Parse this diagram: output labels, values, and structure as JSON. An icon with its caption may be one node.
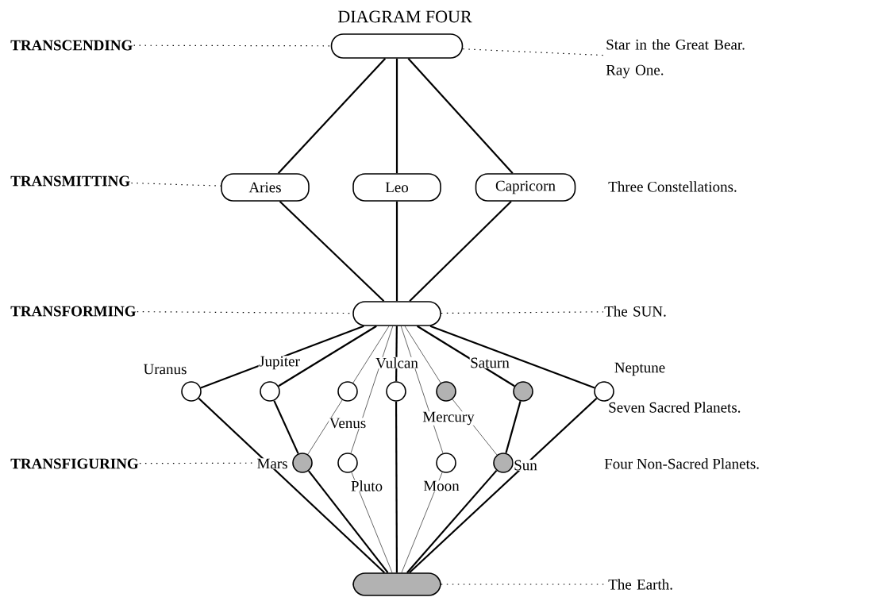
{
  "diagram": {
    "title": "DIAGRAM FOUR",
    "nodes": [
      {
        "text": [
          "TRANSCENDING"
        ]
      },
      {
        "text": [],
        "shape": "ellipse"
      },
      {
        "text": [
          "Star in the Great Bear. Ray One."
        ]
      },
      {
        "text": [
          "TRANSMITTING"
        ]
      },
      {
        "text": [
          "Aries"
        ]
      },
      {
        "text": [
          "Leo"
        ]
      },
      {
        "text": [
          "Capricorn"
        ]
      },
      {
        "text": [
          "TRANSFORMING"
        ]
      },
      {
        "text": [],
        "shape": "ellipse"
      },
      {
        "text": [
          "The SUN."
        ]
      },
      {
        "text": [],
        "shape": "circle",
        "beside": [
          "Uranus"
        ]
      },
      {
        "text": [],
        "shape": "circle",
        "beside": [
          "Jupiter"
        ]
      },
      {
        "text": [],
        "shape": "circle",
        "beside": [
          "Venus"
        ]
      },
      {
        "text": [],
        "shape": "circle",
        "beside": [
          "Vulcan"
        ]
      },
      {
        "text": [],
        "shape": "circle",
        "beside": [
          "Mercury"
        ]
      },
      {
        "text": [],
        "shape": "circle",
        "beside": [
          "Saturn"
        ]
      },
      {
        "text": [],
        "shape": "circle",
        "beside": [
          "Neptune"
        ]
      },
      {
        "text": [
          "TRANSFIGURING"
        ]
      },
      {
        "text": [],
        "shape": "circle",
        "beside": [
          "Mars"
        ]
      },
      {
        "text": [],
        "shape": "circle",
        "beside": [
          "Pluto"
        ]
      },
      {
        "text": [],
        "shape": "circle",
        "beside": [
          "Moon"
        ]
      },
      {
        "text": [],
        "shape": "circle",
        "beside": [
          "Sun"
        ]
      },
      {
        "text": [],
        "shape": "ellipse"
      },
      {
        "text": [
          "The Earth."
        ]
      }
    ],
    "edges": [
      {
        "from": 0,
        "to": 1,
        "arrow": "none",
        "style": "dashed"
      },
      {
        "from": 1,
        "to": 2,
        "arrow": "none",
        "style": "dashed"
      },
      {
        "from": 3,
        "to": 4,
        "arrow": "none",
        "style": "dashed"
      },
      {
        "from": 7,
        "to": 8,
        "arrow": "none",
        "style": "dashed"
      },
      {
        "from": 8,
        "to": 9,
        "arrow": "none",
        "style": "dashed"
      },
      {
        "from": 17,
        "to": 18,
        "arrow": "none",
        "style": "dashed"
      },
      {
        "from": 22,
        "to": 23,
        "arrow": "none",
        "style": "dashed"
      },
      {
        "from": 1,
        "to": 4,
        "arrow": "none"
      },
      {
        "from": 1,
        "to": 5,
        "arrow": "none"
      },
      {
        "from": 1,
        "to": 6,
        "arrow": "none"
      },
      {
        "from": 4,
        "to": 8,
        "arrow": "none"
      },
      {
        "from": 5,
        "to": 8,
        "arrow": "none"
      },
      {
        "from": 6,
        "to": 8,
        "arrow": "none"
      },
      {
        "from": 8,
        "to": 10,
        "arrow": "none"
      },
      {
        "from": 8,
        "to": 11,
        "arrow": "none"
      },
      {
        "from": 8,
        "to": 12,
        "arrow": "none"
      },
      {
        "from": 8,
        "to": 13,
        "arrow": "none"
      },
      {
        "from": 8,
        "to": 14,
        "arrow": "none"
      },
      {
        "from": 8,
        "to": 15,
        "arrow": "none"
      },
      {
        "from": 8,
        "to": 16,
        "arrow": "none"
      },
      {
        "from": 8,
        "to": 19,
        "arrow": "none"
      },
      {
        "from": 8,
        "to": 20,
        "arrow": "none"
      },
      {
        "from": 11,
        "to": 18,
        "arrow": "none"
      },
      {
        "from": 12,
        "to": 18,
        "arrow": "none"
      },
      {
        "from": 14,
        "to": 21,
        "arrow": "none"
      },
      {
        "from": 15,
        "to": 21,
        "arrow": "none"
      },
      {
        "from": 10,
        "to": 22,
        "arrow": "none"
      },
      {
        "from": 18,
        "to": 22,
        "arrow": "none"
      },
      {
        "from": 19,
        "to": 22,
        "arrow": "none"
      },
      {
        "from": 13,
        "to": 22,
        "arrow": "none"
      },
      {
        "from": 20,
        "to": 22,
        "arrow": "none"
      },
      {
        "from": 21,
        "to": 22,
        "arrow": "none"
      },
      {
        "from": 16,
        "to": 22,
        "arrow": "none"
      }
    ],
    "labels": [
      "Three Constellations.",
      "Seven Sacred Planets.",
      "Four Non-Sacred Planets."
    ]
  }
}
